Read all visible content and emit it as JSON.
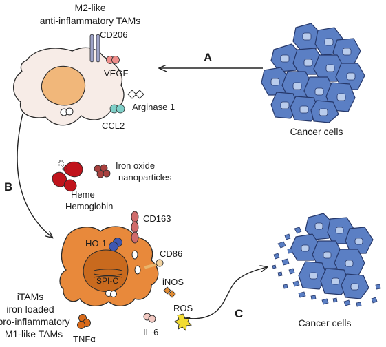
{
  "m2": {
    "title_line1": "M2-like",
    "title_line2": "anti-inflammatory TAMs",
    "markers": {
      "cd206": "CD206",
      "vegf": "VEGF",
      "arginase": "Arginase 1",
      "ccl2": "CCL2"
    }
  },
  "steps": {
    "a": "A",
    "b": "B",
    "c": "C"
  },
  "cancer": {
    "label_top": "Cancer cells",
    "label_bottom": "Cancer cells"
  },
  "iron": {
    "heme_line1": "Heme",
    "heme_line2": "Hemoglobin",
    "oxide_line1": "Iron oxide",
    "oxide_line2": "nanoparticles"
  },
  "m1": {
    "title_line1": "iTAMs",
    "title_line2": "iron loaded",
    "title_line3": "pro-inflammatory",
    "title_line4": "M1-like TAMs",
    "markers": {
      "cd163": "CD163",
      "ho1": "HO-1",
      "cd86": "CD86",
      "spic": "SPI-C",
      "inos": "iNOS",
      "ros": "ROS",
      "il6": "IL-6",
      "tnfa": "TNFα"
    }
  },
  "colors": {
    "m2_cell": "#f7ece7",
    "m2_nucleus": "#f1b77a",
    "cancer_cell": "#5b7fc4",
    "cancer_nucleus": "#b9ccec",
    "m1_cell": "#e8893b",
    "m1_nucleus": "#c96a1e",
    "heme_red": "#c0141c",
    "iron_oxide": "#a8403e",
    "cd206_purple": "#9ea3c8",
    "vegf_pink": "#ef8d8a",
    "ccl2_teal": "#7fcfc8",
    "ho1_blue": "#3f57b0",
    "cd163_rose": "#cf6b6b",
    "ros_yellow": "#f2dc32"
  }
}
